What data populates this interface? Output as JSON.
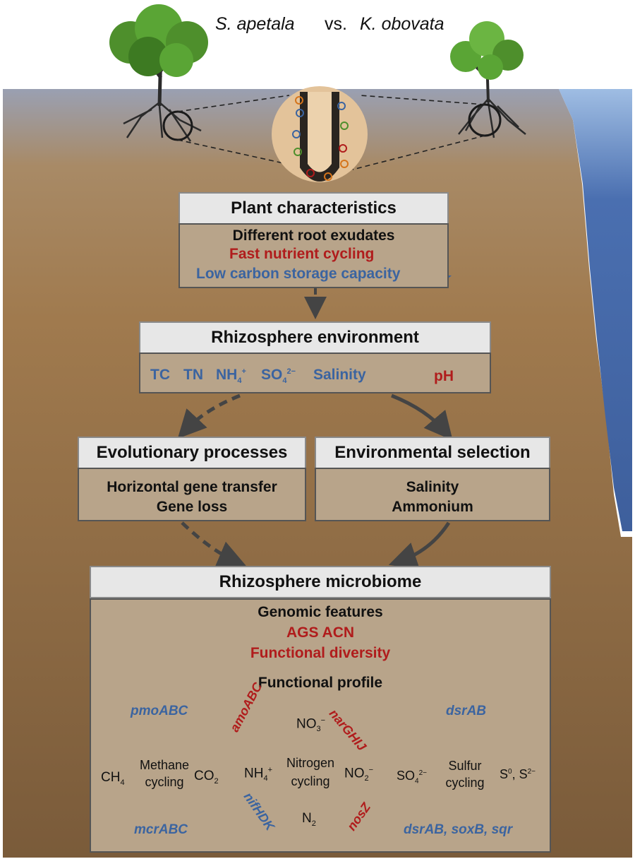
{
  "title": {
    "species_a": "S. apetala",
    "vs": "vs.",
    "species_b": "K. obovata"
  },
  "plant_characteristics": {
    "header": "Plant characteristics",
    "line1": "Different root exudates",
    "line2": "Fast nutrient cycling",
    "line3": "Low carbon storage capacity"
  },
  "rhizosphere_environment": {
    "header": "Rhizosphere environment",
    "tc": "TC",
    "tn": "TN",
    "nh4": "NH",
    "nh4_sub": "4",
    "nh4_sup": "+",
    "so4": "SO",
    "so4_sub": "4",
    "so4_sup": "2−",
    "salinity": "Salinity",
    "ph": "pH"
  },
  "evolutionary": {
    "header": "Evolutionary processes",
    "line1": "Horizontal gene transfer",
    "line2": "Gene loss"
  },
  "environmental": {
    "header": "Environmental selection",
    "line1": "Salinity",
    "line2": "Ammonium"
  },
  "microbiome": {
    "header": "Rhizosphere microbiome",
    "genomic_title": "Genomic features",
    "genomic_line1": "AGS ACN",
    "genomic_line2": "Functional diversity",
    "functional_title": "Functional profile"
  },
  "methane": {
    "gene_top": "pmoABC",
    "gene_bottom": "mcrABC",
    "left": "CH",
    "left_sub": "4",
    "right": "CO",
    "right_sub": "2",
    "center1": "Methane",
    "center2": "cycling"
  },
  "nitrogen": {
    "top": "NO",
    "top_sub": "3",
    "top_sup": "−",
    "right": "NO",
    "right_sub": "2",
    "right_sup": "−",
    "left": "NH",
    "left_sub": "4",
    "left_sup": "+",
    "bottom": "N",
    "bottom_sub": "2",
    "center1": "Nitrogen",
    "center2": "cycling",
    "gene_amo": "amoABC",
    "gene_nar": "narGHIJ",
    "gene_nos": "nosZ",
    "gene_nif": "nifHDK"
  },
  "sulfur": {
    "gene_top": "dsrAB",
    "gene_bottom": "dsrAB, soxB, sqr",
    "left": "SO",
    "left_sub": "4",
    "left_sup": "2−",
    "right_a": "S",
    "right_a_sup": "0",
    "right_mid": ", S",
    "right_b_sup": "2−",
    "center1": "Sulfur",
    "center2": "cycling"
  },
  "colors": {
    "red": "#b01c1c",
    "blue": "#3b64a0",
    "soil_top": "#a07a4e",
    "water": "#3e5f9c"
  }
}
